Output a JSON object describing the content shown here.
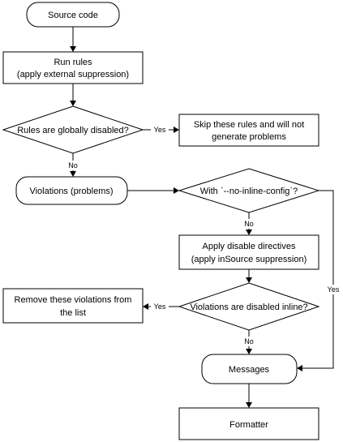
{
  "nodes": {
    "source_code": "Source code",
    "run_rules_1": "Run rules",
    "run_rules_2": "(apply external suppression)",
    "globally_disabled": "Rules are globally disabled?",
    "skip_rules_1": "Skip these rules and will not",
    "skip_rules_2": "generate problems",
    "violations": "Violations (problems)",
    "inline_config": "With `--no-inline-config`?",
    "apply_directives_1": "Apply disable directives",
    "apply_directives_2": "(apply inSource suppression)",
    "disabled_inline": "Violations are disabled inline?",
    "remove_violations_1": "Remove these violations from",
    "remove_violations_2": "the list",
    "messages": "Messages",
    "formatter": "Formatter"
  },
  "edges": {
    "yes_skip": "Yes",
    "no_violations": "No",
    "no_apply": "No",
    "yes_remove": "Yes",
    "no_messages": "No",
    "yes_messages": "Yes"
  },
  "colors": {
    "stroke": "#000000",
    "fill": "#ffffff"
  }
}
